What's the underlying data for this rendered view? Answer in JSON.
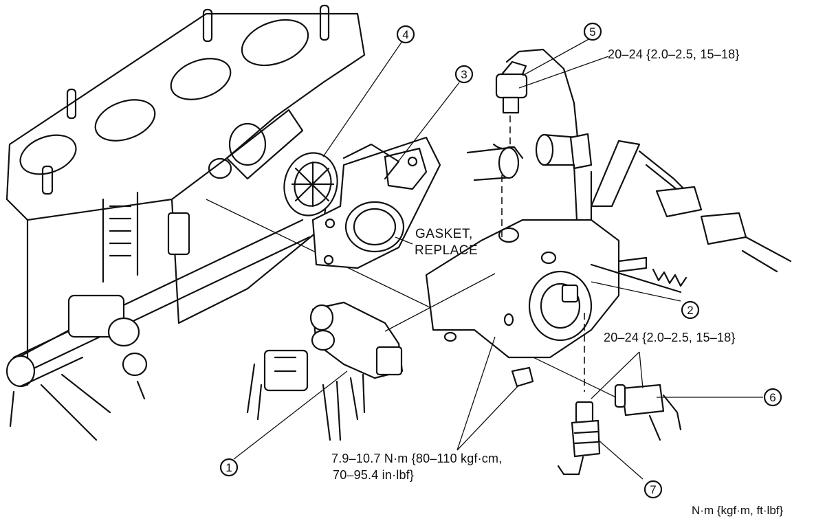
{
  "callouts": [
    {
      "id": "1",
      "label": "1",
      "part": "idle-air-control-valve"
    },
    {
      "id": "2",
      "label": "2",
      "part": "spring"
    },
    {
      "id": "3",
      "label": "3",
      "part": "gasket"
    },
    {
      "id": "4",
      "label": "4",
      "part": "thermostat"
    },
    {
      "id": "5",
      "label": "5",
      "part": "temperature-switch"
    },
    {
      "id": "6",
      "label": "6",
      "part": "temperature-sender"
    },
    {
      "id": "7",
      "label": "7",
      "part": "temperature-sensor"
    }
  ],
  "labels": {
    "torque_5": "20–24 {2.0–2.5, 15–18}",
    "torque_6": "20–24 {2.0–2.5, 15–18}",
    "gasket_line1": "GASKET,",
    "gasket_line2": "REPLACE",
    "torque_bolts_line1": "7.9–10.7 N·m {80–110 kgf·cm,",
    "torque_bolts_line2": "70–95.4 in·lbf}",
    "units": "N·m  {kgf·m,  ft·lbf}"
  },
  "colors": {
    "ink": "#111111",
    "paper": "#ffffff"
  }
}
